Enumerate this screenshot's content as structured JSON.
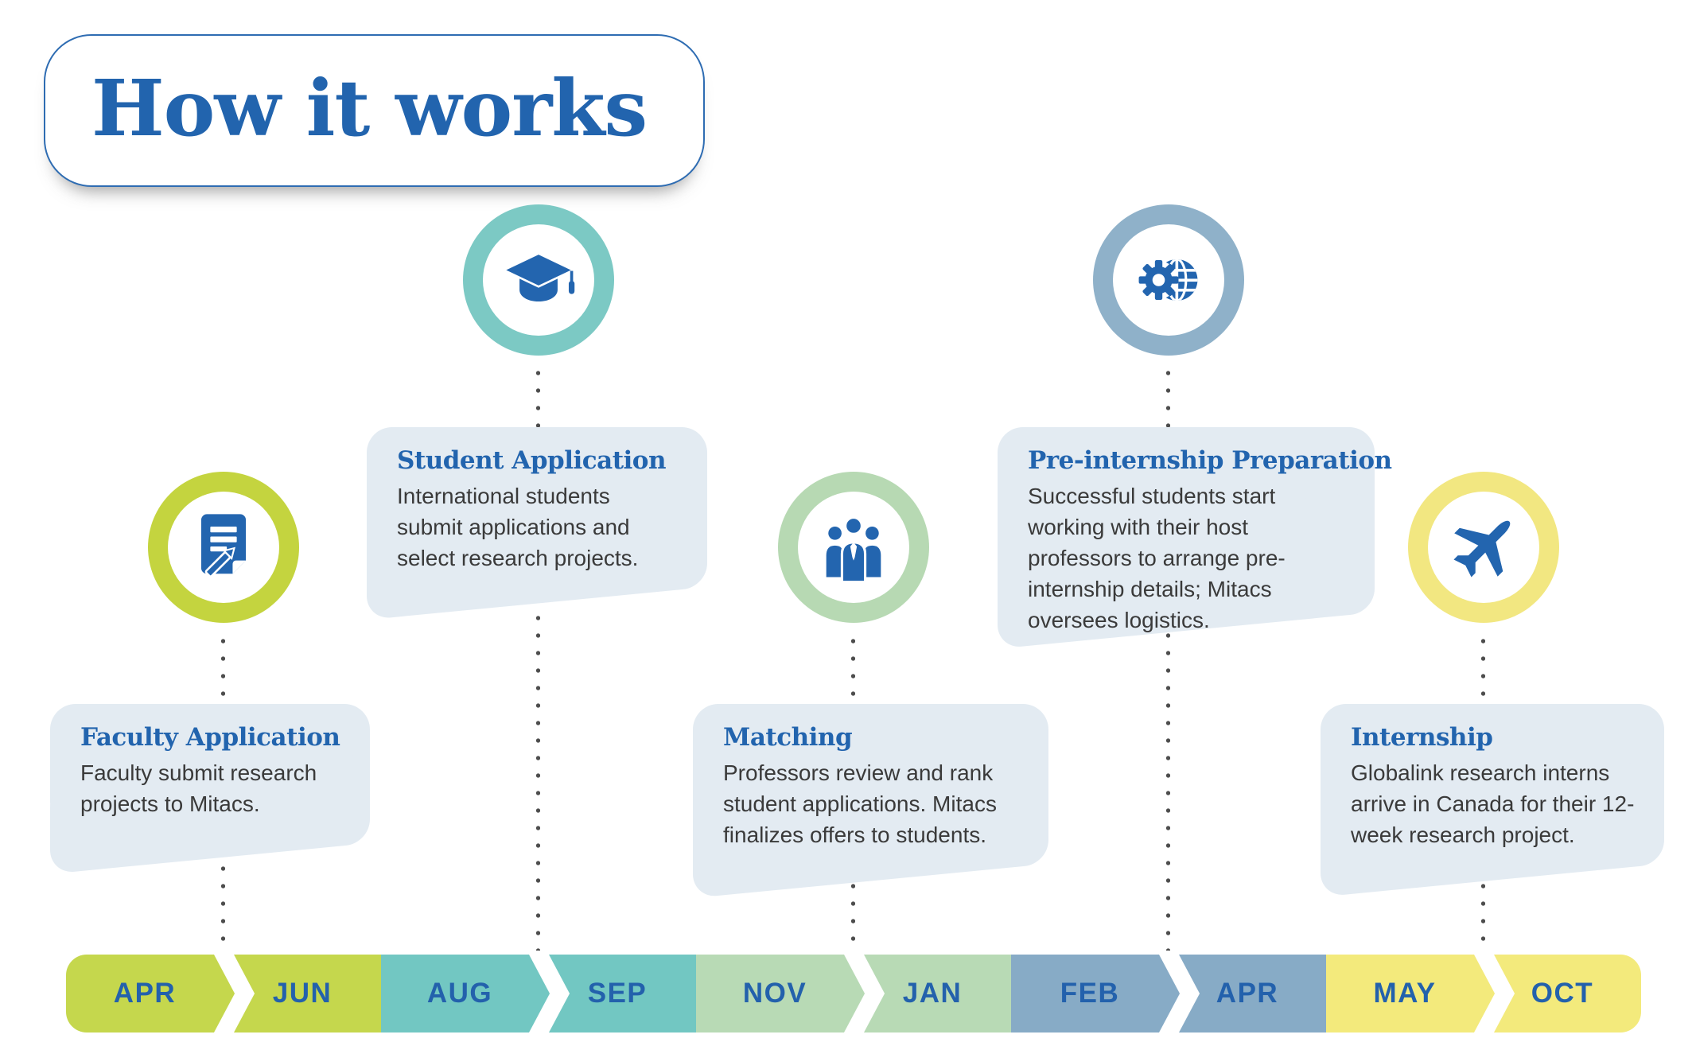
{
  "title": "How it works",
  "colors": {
    "accent_blue": "#2264ae",
    "icon_blue": "#2365af",
    "body_text": "#3a3a3a",
    "bubble_bg": "#e3ebf2",
    "dot_gray": "#4d4d4d",
    "month_label_blue": "#2361ac"
  },
  "steps": [
    {
      "icon": "document-pen-icon",
      "ring_color": "#c4d43f",
      "title": "Faculty Application",
      "description": "Faculty submit research projects to Mitacs."
    },
    {
      "icon": "graduation-cap-icon",
      "ring_color": "#7cc9c4",
      "title": "Student Application",
      "description": "International students submit applications and select research projects."
    },
    {
      "icon": "people-icon",
      "ring_color": "#b7d9b3",
      "title": "Matching",
      "description": "Professors review and rank student applications. Mitacs finalizes offers to students."
    },
    {
      "icon": "gear-globe-icon",
      "ring_color": "#8fb1c9",
      "title": "Pre-internship Preparation",
      "description": "Successful students start working with their host professors to arrange pre-internship details; Mitacs oversees logistics."
    },
    {
      "icon": "airplane-icon",
      "ring_color": "#f2e781",
      "title": "Internship",
      "description": "Globalink research interns arrive in Canada for their 12-week research project."
    }
  ],
  "timeline": {
    "months": [
      {
        "label": "APR",
        "color": "#c5d74d"
      },
      {
        "label": "JUN",
        "color": "#c5d74d"
      },
      {
        "label": "AUG",
        "color": "#72c7c2"
      },
      {
        "label": "SEP",
        "color": "#72c7c2"
      },
      {
        "label": "NOV",
        "color": "#b8dab5"
      },
      {
        "label": "JAN",
        "color": "#b8dab5"
      },
      {
        "label": "FEB",
        "color": "#87abc6"
      },
      {
        "label": "APR",
        "color": "#87abc6"
      },
      {
        "label": "MAY",
        "color": "#f3ea7c"
      },
      {
        "label": "OCT",
        "color": "#f3ea7c"
      }
    ]
  }
}
